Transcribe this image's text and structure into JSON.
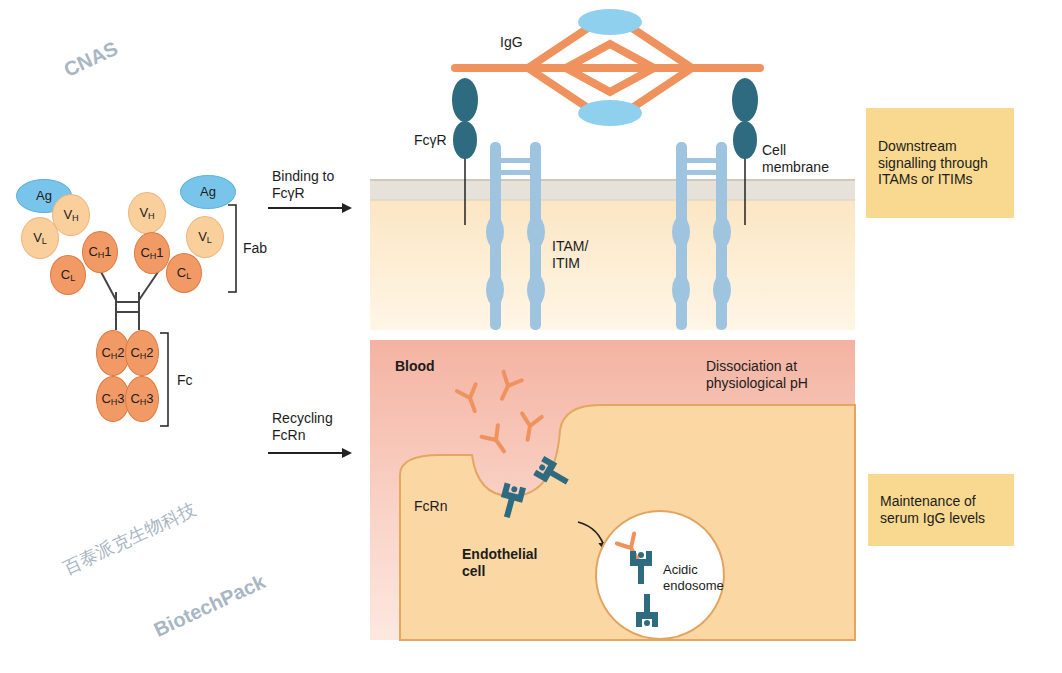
{
  "diagram": {
    "nodes": [
      {
        "text": [
          "Ag"
        ]
      },
      {
        "text": [
          "VH"
        ]
      },
      {
        "text": [
          "VL"
        ]
      },
      {
        "text": [
          "CH1"
        ]
      },
      {
        "text": [
          "CL"
        ]
      },
      {
        "text": [
          "Ag"
        ]
      },
      {
        "text": [
          "VH"
        ]
      },
      {
        "text": [
          "VL"
        ]
      },
      {
        "text": [
          "CH1"
        ]
      },
      {
        "text": [
          "CL"
        ]
      },
      {
        "text": [
          "CH2"
        ]
      },
      {
        "text": [
          "CH2"
        ]
      },
      {
        "text": [
          "CH3"
        ]
      },
      {
        "text": [
          "CH3"
        ]
      },
      {
        "text": [
          "Downstream signalling through ITAMs or ITIMs"
        ]
      },
      {
        "text": [
          "Blood",
          "Dissociation at physiological pH"
        ]
      },
      {
        "text": [
          "Endothelial cell"
        ],
        "in": 15
      },
      {
        "text": [
          "Acidic endosome"
        ],
        "in": 16
      },
      {
        "text": [
          "Maintenance of serum IgG levels"
        ]
      }
    ],
    "labels": [
      "Fab",
      "Fc",
      "Binding to FcγR",
      "Recycling FcRn",
      "IgG",
      "FcγR",
      "Cell membrane",
      "ITAM/ ITIM",
      "FcRn",
      "CNAS",
      "百泰派克生物科技",
      "BiotechPack"
    ]
  }
}
